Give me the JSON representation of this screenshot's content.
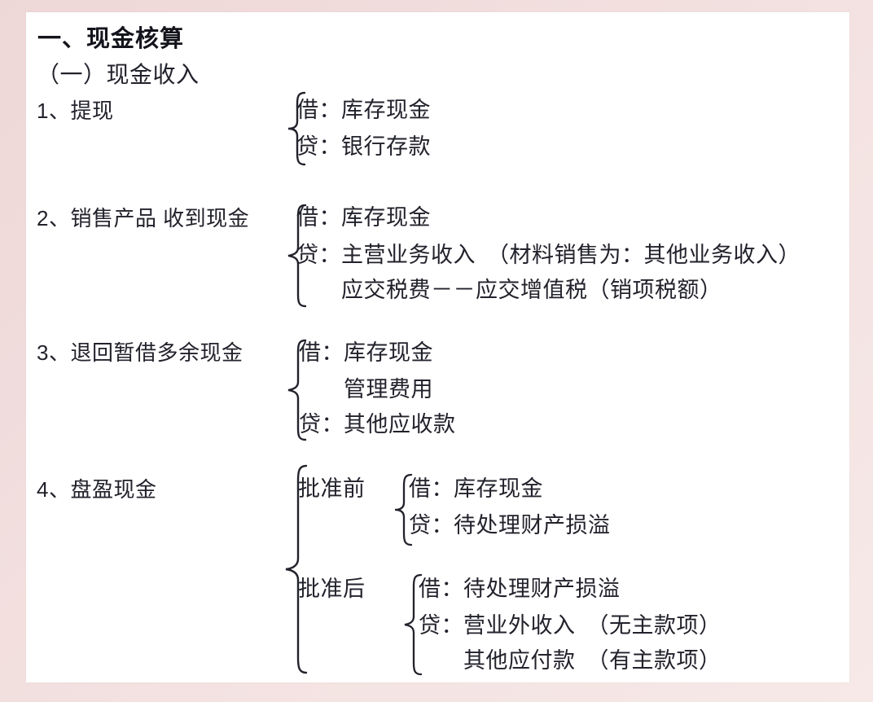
{
  "page": {
    "frame_color": "#eed7d7",
    "sheet_color": "#ffffff",
    "text_color": "#22222c"
  },
  "heading": "一、现金核算",
  "subheading": "（一）现金收入",
  "sections": [
    {
      "label": "1、提现",
      "entries": [
        "借：库存现金",
        "贷：银行存款"
      ]
    },
    {
      "label": "2、销售产品 收到现金",
      "entries": [
        "借：库存现金",
        "贷：主营业务收入　（材料销售为：其他业务收入）",
        "　　应交税费－－应交增值税（销项税额）"
      ]
    },
    {
      "label": "3、退回暂借多余现金",
      "entries": [
        "借：库存现金",
        "　　管理费用",
        "贷：其他应收款"
      ]
    },
    {
      "label": "4、盘盈现金",
      "branches": [
        {
          "label": "批准前",
          "entries": [
            "借：库存现金",
            "贷：待处理财产损溢"
          ]
        },
        {
          "label": "批准后",
          "entries": [
            "借：待处理财产损溢",
            "贷：营业外收入　（无主款项）",
            "　　其他应付款　（有主款项）"
          ]
        }
      ]
    }
  ]
}
